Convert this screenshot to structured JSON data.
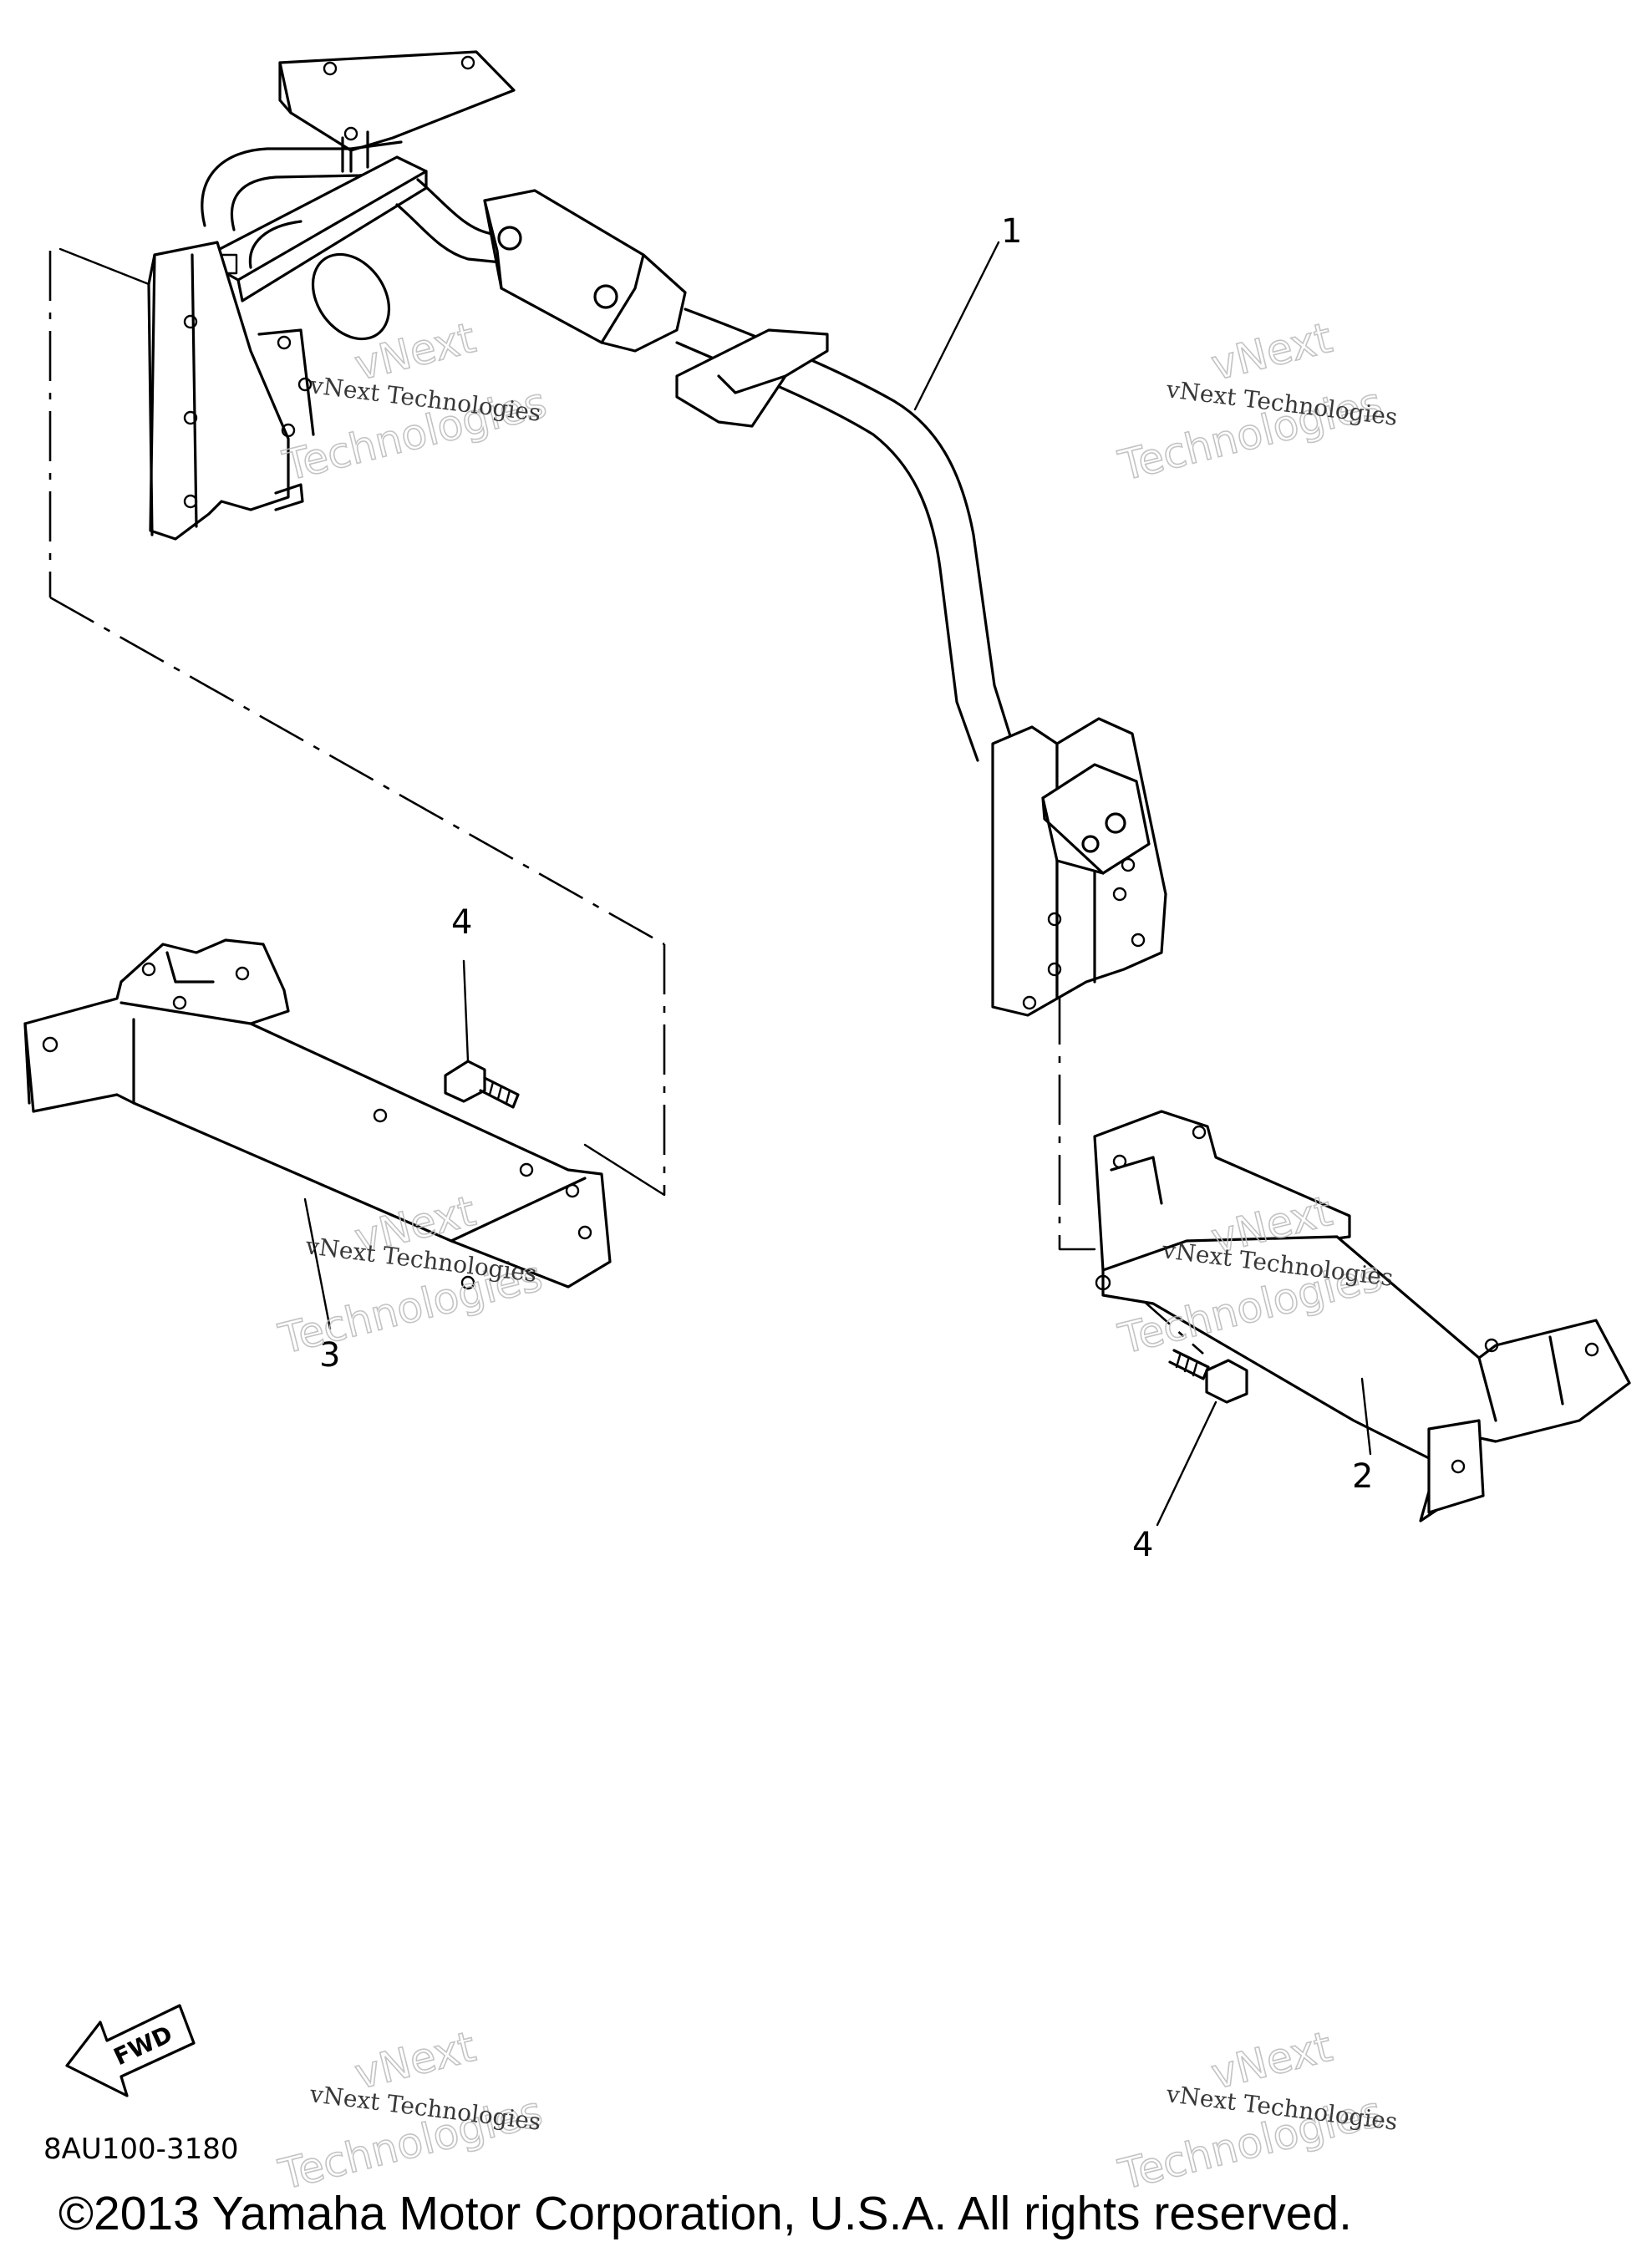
{
  "diagram": {
    "callouts": [
      {
        "number": "1",
        "part": "handle-bar-assembly"
      },
      {
        "number": "2",
        "part": "right-bracket"
      },
      {
        "number": "3",
        "part": "left-bracket"
      },
      {
        "number": "4",
        "part": "bolt"
      },
      {
        "number": "4",
        "part": "bolt"
      }
    ],
    "drawing_code": "8AU100-3180",
    "fwd_label": "FWD",
    "watermark": {
      "small_text": "vNext Technologies",
      "large_line1": "vNext",
      "large_line2": "Technologies"
    },
    "copyright": "©2013 Yamaha Motor Corporation, U.S.A. All rights reserved."
  }
}
